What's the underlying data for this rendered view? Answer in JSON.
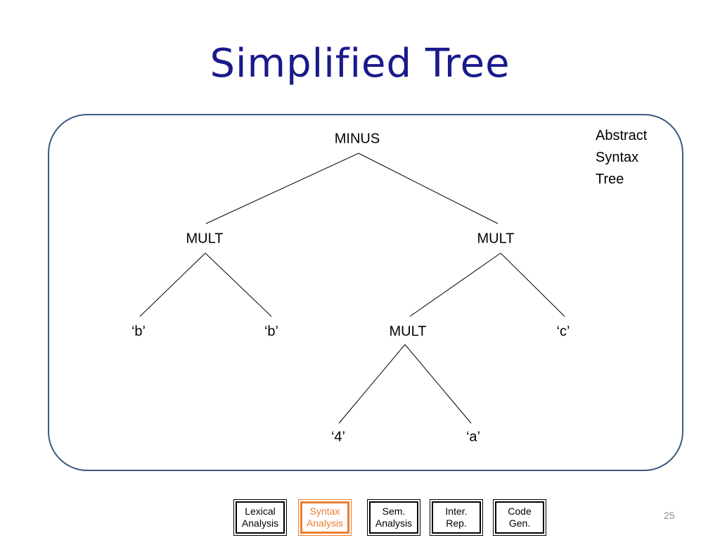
{
  "slide": {
    "title": "Simplified Tree",
    "title_color": "#1a1a8c",
    "page_number": "25"
  },
  "diagram": {
    "frame_color": "#3c5a80",
    "note": [
      "Abstract",
      "Syntax",
      "Tree"
    ],
    "nodes": {
      "root": "MINUS",
      "left_mult": "MULT",
      "right_mult": "MULT",
      "b1": "‘b’",
      "b2": "‘b’",
      "inner_mult": "MULT",
      "c": "‘c’",
      "four": "‘4’",
      "a": "‘a’"
    },
    "edges": [
      [
        "root",
        "left_mult"
      ],
      [
        "root",
        "right_mult"
      ],
      [
        "left_mult",
        "b1"
      ],
      [
        "left_mult",
        "b2"
      ],
      [
        "right_mult",
        "inner_mult"
      ],
      [
        "right_mult",
        "c"
      ],
      [
        "inner_mult",
        "four"
      ],
      [
        "inner_mult",
        "a"
      ]
    ]
  },
  "pipeline": {
    "active_color": "#ed7d31",
    "stages": [
      {
        "line1": "Lexical",
        "line2": "Analysis"
      },
      {
        "line1": "Syntax",
        "line2": "Analysis"
      },
      {
        "line1": "Sem.",
        "line2": "Analysis"
      },
      {
        "line1": "Inter.",
        "line2": "Rep."
      },
      {
        "line1": "Code",
        "line2": "Gen."
      }
    ]
  }
}
